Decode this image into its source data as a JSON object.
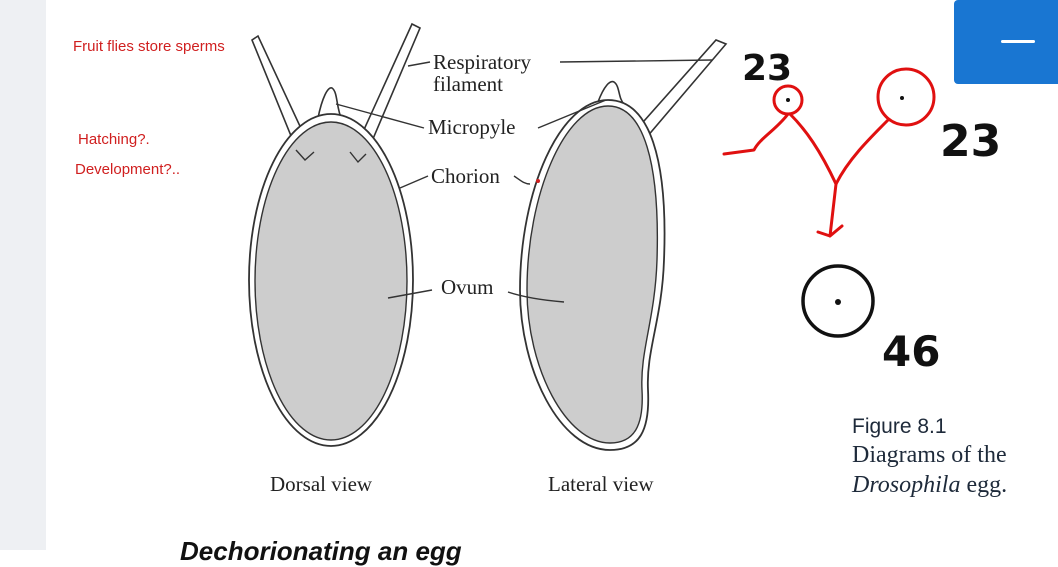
{
  "notes": {
    "line1": "Fruit flies store sperms",
    "line2": "Hatching?.",
    "line3": "Development?.."
  },
  "diagram": {
    "labels": {
      "respiratory": "Respiratory",
      "filament": "filament",
      "micropyle": "Micropyle",
      "chorion": "Chorion",
      "ovum": "Ovum"
    },
    "dorsal_view": "Dorsal view",
    "lateral_view": "Lateral view"
  },
  "caption": {
    "title": "Figure 8.1",
    "line1": "Diagrams of the",
    "italic": "Drosophila",
    "line2_rest": " egg."
  },
  "annotations": {
    "num_a": "23",
    "num_b": "23",
    "num_c": "46"
  },
  "next_heading": "Dechorionating an egg",
  "colors": {
    "note_red": "#d01f1f",
    "button_blue": "#1976d2",
    "ovum_fill": "#cdcdcd"
  }
}
